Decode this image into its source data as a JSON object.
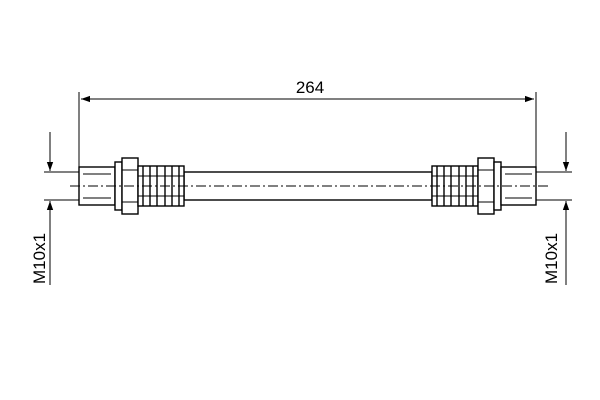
{
  "dimension": {
    "length_value": "264"
  },
  "thread_left": {
    "label": "M10x1"
  },
  "thread_right": {
    "label": "M10x1"
  },
  "colors": {
    "stroke": "#000000",
    "background": "#ffffff"
  }
}
